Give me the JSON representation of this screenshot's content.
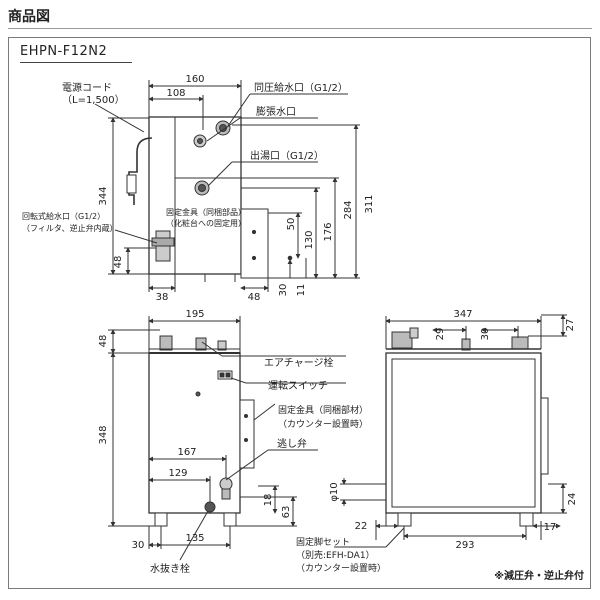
{
  "header": {
    "title": "商品図"
  },
  "model": "EHPN-F12N2",
  "footnote": "※減圧弁・逆止弁付",
  "top_view": {
    "dims": {
      "d160": "160",
      "d108": "108",
      "d344": "344",
      "d48": "48",
      "d38": "38",
      "d48b": "48",
      "d30": "30",
      "d11": "11",
      "d50": "50",
      "d130": "130",
      "d176": "176",
      "d284": "284",
      "d311": "311"
    },
    "labels": {
      "power_cord": "電源コード",
      "power_cord_len": "（L=1,500）",
      "inlet": "同圧給水口（G1/2）",
      "expansion": "膨張水口",
      "outlet": "出湯口（G1/2）",
      "bracket_1": "固定金具（同梱部品）",
      "bracket_2": "（化粧台への固定用）",
      "rotary_1": "回転式給水口（G1/2）",
      "rotary_2": "（フィルタ、逆止弁内蔵）"
    }
  },
  "front_view": {
    "dims": {
      "d195": "195",
      "d48": "48",
      "d348": "348",
      "d167": "167",
      "d129": "129",
      "d30": "30",
      "d135": "135",
      "d18": "18",
      "d63": "63"
    },
    "labels": {
      "air_charge": "エアチャージ栓",
      "run_switch": "運転スイッチ",
      "bracket_1": "固定金具（同梱部材）",
      "bracket_2": "（カウンター設置時）",
      "relief": "逃し弁",
      "drain": "水抜き栓"
    }
  },
  "side_view": {
    "dims": {
      "d347": "347",
      "d29": "29",
      "d30": "30",
      "d27": "27",
      "phi10": "φ10",
      "d24": "24",
      "d22": "22",
      "d293": "293",
      "d17": "17"
    },
    "labels": {
      "leg_1": "固定脚セット",
      "leg_2": "（別売:EFH-DA1）",
      "leg_3": "（カウンター設置時）"
    }
  }
}
